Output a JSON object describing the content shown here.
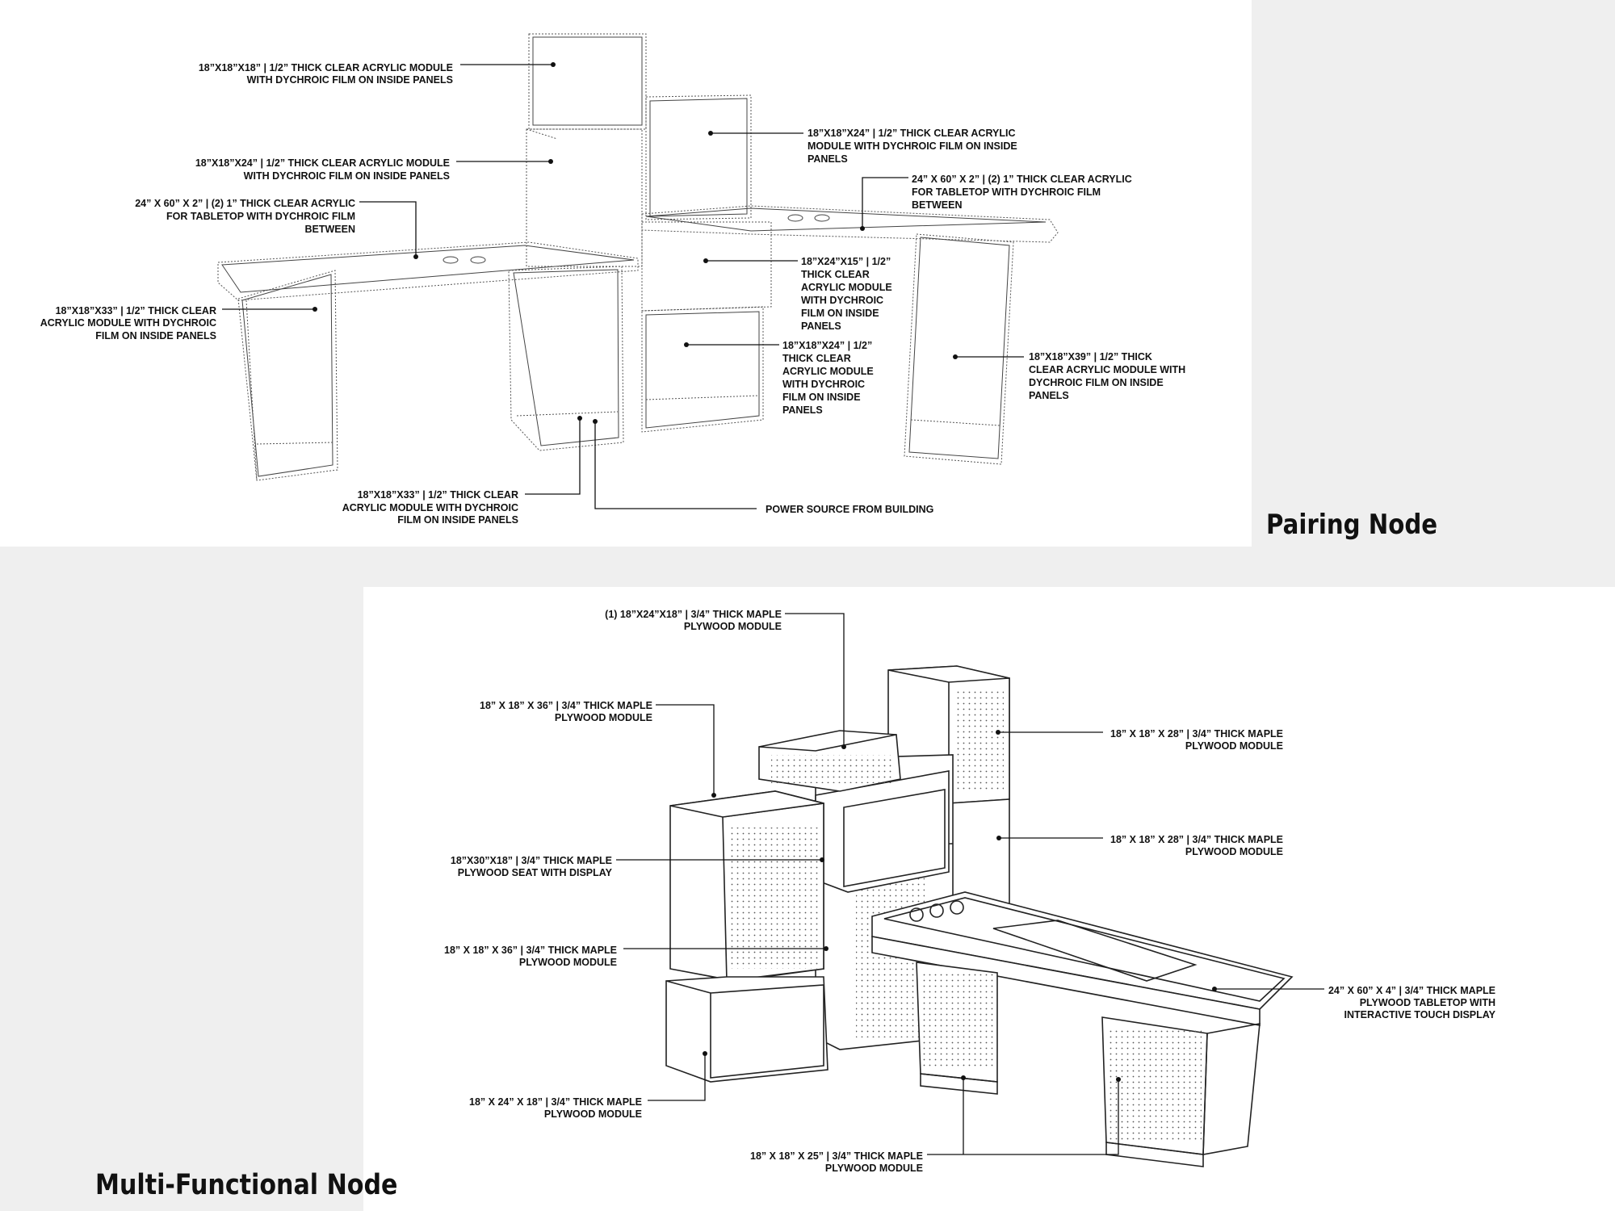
{
  "pairing_node": {
    "title": "Pairing Node",
    "labels": [
      {
        "id": "p1",
        "lines": [
          "18”X18”X18” | 1/2” THICK CLEAR ACRYLIC MODULE",
          "WITH DYCHROIC FILM ON INSIDE PANELS"
        ]
      },
      {
        "id": "p2",
        "lines": [
          "18”X18”X24” | 1/2” THICK CLEAR ACRYLIC MODULE",
          "WITH DYCHROIC FILM ON INSIDE PANELS"
        ]
      },
      {
        "id": "p3",
        "lines": [
          "24” X 60” X 2” | (2) 1” THICK CLEAR ACRYLIC",
          "FOR TABLETOP WITH DYCHROIC FILM",
          "BETWEEN"
        ]
      },
      {
        "id": "p4",
        "lines": [
          "18”X18”X33” | 1/2” THICK CLEAR",
          "ACRYLIC MODULE WITH DYCHROIC",
          "FILM ON INSIDE PANELS"
        ]
      },
      {
        "id": "p5",
        "lines": [
          "18”X18”X33” | 1/2” THICK CLEAR",
          "ACRYLIC MODULE WITH DYCHROIC",
          "FILM ON INSIDE PANELS"
        ]
      },
      {
        "id": "p6",
        "lines": [
          "POWER SOURCE FROM BUILDING"
        ]
      },
      {
        "id": "p7",
        "lines": [
          "18”X18”X24” | 1/2” THICK CLEAR ACRYLIC",
          "MODULE WITH DYCHROIC FILM ON INSIDE",
          "PANELS"
        ]
      },
      {
        "id": "p8",
        "lines": [
          "24” X 60” X 2” | (2) 1” THICK CLEAR ACRYLIC",
          "FOR TABLETOP WITH DYCHROIC FILM",
          "BETWEEN"
        ]
      },
      {
        "id": "p9",
        "lines": [
          "18”X24”X15” | 1/2”",
          "THICK CLEAR",
          "ACRYLIC MODULE",
          "WITH DYCHROIC",
          "FILM ON INSIDE",
          "PANELS"
        ]
      },
      {
        "id": "p10",
        "lines": [
          "18”X18”X24” | 1/2”",
          "THICK CLEAR",
          "ACRYLIC MODULE",
          "WITH DYCHROIC",
          "FILM ON INSIDE",
          "PANELS"
        ]
      },
      {
        "id": "p11",
        "lines": [
          "18”X18”X39” | 1/2” THICK",
          "CLEAR ACRYLIC MODULE WITH",
          "DYCHROIC FILM ON INSIDE",
          "PANELS"
        ]
      }
    ]
  },
  "multi_functional_node": {
    "title": "Multi-Functional Node",
    "labels": [
      {
        "id": "m1",
        "lines": [
          "(1) 18”X24”X18” | 3/4” THICK MAPLE",
          "PLYWOOD MODULE"
        ]
      },
      {
        "id": "m2",
        "lines": [
          "18” X 18” X 36” | 3/4” THICK MAPLE",
          "PLYWOOD MODULE"
        ]
      },
      {
        "id": "m3",
        "lines": [
          "18”X30”X18” | 3/4” THICK MAPLE",
          "PLYWOOD SEAT WITH DISPLAY"
        ]
      },
      {
        "id": "m4",
        "lines": [
          "18” X 18” X 36” | 3/4” THICK MAPLE",
          "PLYWOOD MODULE"
        ]
      },
      {
        "id": "m5",
        "lines": [
          "18” X 24” X 18” | 3/4” THICK MAPLE",
          "PLYWOOD MODULE"
        ]
      },
      {
        "id": "m6",
        "lines": [
          "18” X 18” X 25” | 3/4” THICK MAPLE",
          "PLYWOOD MODULE"
        ]
      },
      {
        "id": "m7",
        "lines": [
          "18” X 18” X 28” | 3/4” THICK MAPLE",
          "PLYWOOD MODULE"
        ]
      },
      {
        "id": "m8",
        "lines": [
          "18” X 18” X 28” | 3/4” THICK MAPLE",
          "PLYWOOD MODULE"
        ]
      },
      {
        "id": "m9",
        "lines": [
          "24” X 60” X 4” | 3/4” THICK MAPLE",
          "PLYWOOD TABLETOP WITH",
          "INTERACTIVE TOUCH DISPLAY"
        ]
      }
    ]
  }
}
